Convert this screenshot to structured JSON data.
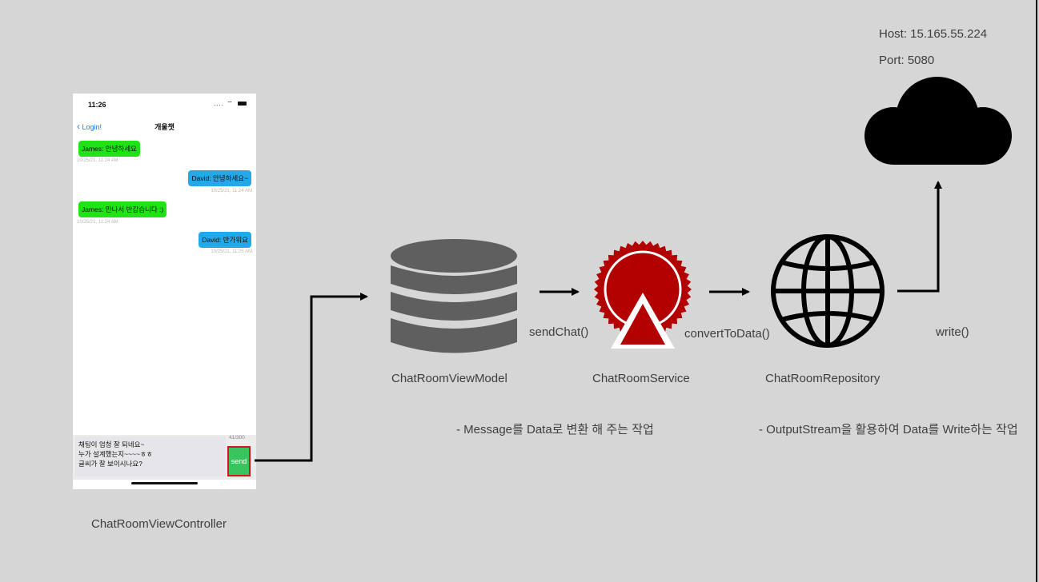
{
  "host": {
    "host_text": "Host: 15.165.55.224",
    "port_text": "Port: 5080"
  },
  "phone": {
    "time": "11:26",
    "status_dots": "....",
    "back_label": "Login!",
    "title": "개울챗",
    "messages": [
      {
        "text": "James: 안녕하세요",
        "time": "10/25/21, 11:24 AM",
        "side": "left",
        "color": "#1fe314"
      },
      {
        "text": "David: 안녕하세요~",
        "time": "10/25/21, 11:24 AM",
        "side": "right",
        "color": "#22a9ea"
      },
      {
        "text": "James: 만나서 반갑습니다 :)",
        "time": "10/25/21, 11:24 AM",
        "side": "left",
        "color": "#1fe314"
      },
      {
        "text": "David: 반가워요",
        "time": "10/25/21, 11:25 AM",
        "side": "right",
        "color": "#22a9ea"
      }
    ],
    "input_lines": [
      "채팅이 엄청 잘 되네요~",
      "누가 설계했는지~~~~ㅎㅎ",
      "글씨가 잘 보이시나요?"
    ],
    "counter": "41/300",
    "send_label": "send"
  },
  "components": {
    "view_controller": "ChatRoomViewController",
    "view_model": "ChatRoomViewModel",
    "service": "ChatRoomService",
    "repository": "ChatRoomRepository"
  },
  "methods": {
    "send_chat": "sendChat()",
    "convert": "convertToData()",
    "write": "write()"
  },
  "notes": {
    "service_note": "- Message를 Data로 변환 해 주는 작업",
    "repository_note": "- OutputStream을 활용하여 Data를 Write하는 작업"
  },
  "icons": {
    "database": "database-icon",
    "service": "seal-badge-icon",
    "repository": "globe-icon",
    "server": "cloud-icon"
  },
  "colors": {
    "background": "#d6d6d6",
    "database": "#5f5f5f",
    "service": "#b30000",
    "arrow": "#000000"
  }
}
